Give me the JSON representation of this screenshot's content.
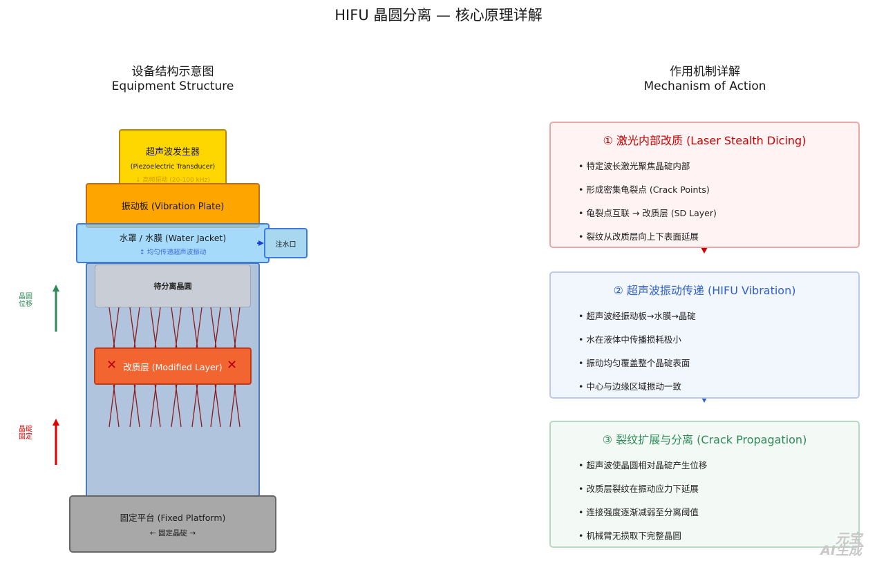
{
  "title": "HIFU 晶圆分离 — 核心原理详解",
  "left": {
    "heading_cn": "设备结构示意图",
    "heading_en": "Equipment Structure",
    "transducer": {
      "name": "超声波发生器",
      "sub": "(Piezoelectric Transducer)",
      "note": "↓ 高频振动 (20-100 kHz)"
    },
    "plate": {
      "name": "振动板 (Vibration Plate)"
    },
    "jacket": {
      "name": "水罩 / 水膜 (Water Jacket)",
      "note": "↕ 均匀传递超声波振动"
    },
    "inlet": "注水口",
    "wafer": "待分离晶圆",
    "modified": "改质层 (Modified Layer)",
    "cross_mark": "✕",
    "platform": {
      "name": "固定平台 (Fixed Platform)",
      "note": "← 固定晶碇 →"
    },
    "side_top": [
      "晶圆",
      "位移"
    ],
    "side_bottom": [
      "晶碇",
      "固定"
    ]
  },
  "right": {
    "heading_cn": "作用机制详解",
    "heading_en": "Mechanism of Action",
    "cards": [
      {
        "title": "① 激光内部改质 (Laser Stealth Dicing)",
        "items": [
          "• 特定波长激光聚焦晶碇内部",
          "• 形成密集龟裂点 (Crack Points)",
          "• 龟裂点互联 → 改质层 (SD Layer)",
          "• 裂纹从改质层向上下表面延展"
        ]
      },
      {
        "title": "② 超声波振动传递 (HIFU Vibration)",
        "items": [
          "• 超声波经振动板→水膜→晶碇",
          "• 水在液体中传播损耗极小",
          "• 振动均匀覆盖整个晶碇表面",
          "• 中心与边缘区域振动一致"
        ]
      },
      {
        "title": "③ 裂纹扩展与分离 (Crack Propagation)",
        "items": [
          "• 超声波使晶圆相对晶碇产生位移",
          "• 改质层裂纹在振动应力下延展",
          "• 连接强度逐渐减弱至分离阈值",
          "• 机械臂无损取下完整晶圆"
        ]
      }
    ]
  },
  "watermark": [
    "元宝",
    "AI生成"
  ],
  "colors": {
    "transducer": "#FFD700",
    "plate": "#FFA500",
    "jacket": "#9AD3F0",
    "ingot": "#B0C4DE",
    "wafer": "#C8CDD6",
    "modified": "#F26430",
    "platform": "#A8A8A8",
    "card1": "#CC0000",
    "card2": "#3060CC",
    "card3": "#2E8B57"
  }
}
